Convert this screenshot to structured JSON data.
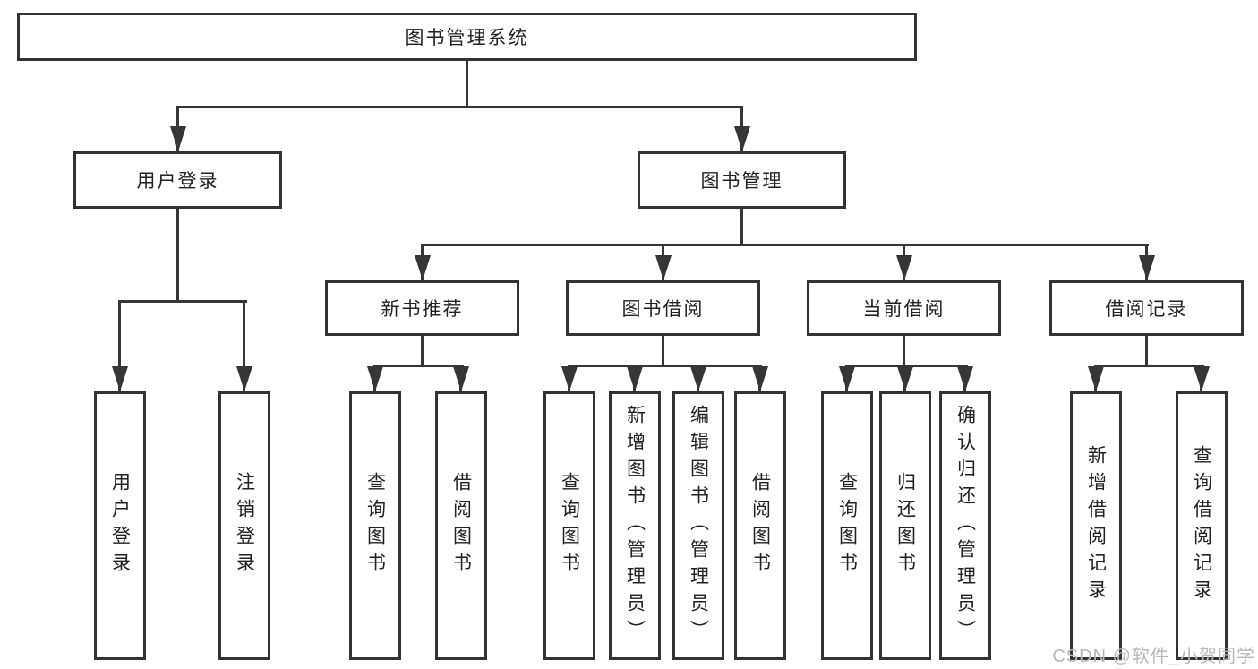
{
  "diagram": {
    "root": {
      "label": "图书管理系统"
    },
    "level2": [
      {
        "label": "用户登录"
      },
      {
        "label": "图书管理"
      }
    ],
    "level3": [
      {
        "label": "新书推荐"
      },
      {
        "label": "图书借阅"
      },
      {
        "label": "当前借阅"
      },
      {
        "label": "借阅记录"
      }
    ],
    "leaves": [
      {
        "label": "用户登录"
      },
      {
        "label": "注销登录"
      },
      {
        "label": "查询图书"
      },
      {
        "label": "借阅图书"
      },
      {
        "label": "查询图书"
      },
      {
        "label": "新增图书（管理员）"
      },
      {
        "label": "编辑图书（管理员）"
      },
      {
        "label": "借阅图书"
      },
      {
        "label": "查询图书"
      },
      {
        "label": "归还图书"
      },
      {
        "label": "确认归还（管理员）"
      },
      {
        "label": "新增借阅记录"
      },
      {
        "label": "查询借阅记录"
      }
    ],
    "edges": [
      {
        "from": "图书管理系统",
        "to": [
          "用户登录",
          "图书管理"
        ]
      },
      {
        "from": "用户登录",
        "to": [
          "用户登录",
          "注销登录"
        ]
      },
      {
        "from": "图书管理",
        "to": [
          "新书推荐",
          "图书借阅",
          "当前借阅",
          "借阅记录"
        ]
      },
      {
        "from": "新书推荐",
        "to": [
          "查询图书",
          "借阅图书"
        ]
      },
      {
        "from": "图书借阅",
        "to": [
          "查询图书",
          "新增图书（管理员）",
          "编辑图书（管理员）",
          "借阅图书"
        ]
      },
      {
        "from": "当前借阅",
        "to": [
          "查询图书",
          "归还图书",
          "确认归还（管理员）"
        ]
      },
      {
        "from": "借阅记录",
        "to": [
          "新增借阅记录",
          "查询借阅记录"
        ]
      }
    ],
    "colors": {
      "line": "#363636",
      "border": "#333333",
      "text": "#222222",
      "background": "#ffffff",
      "watermark": "#b9b9b9"
    }
  },
  "watermark": {
    "text": "CSDN @软件_小贺同学"
  }
}
